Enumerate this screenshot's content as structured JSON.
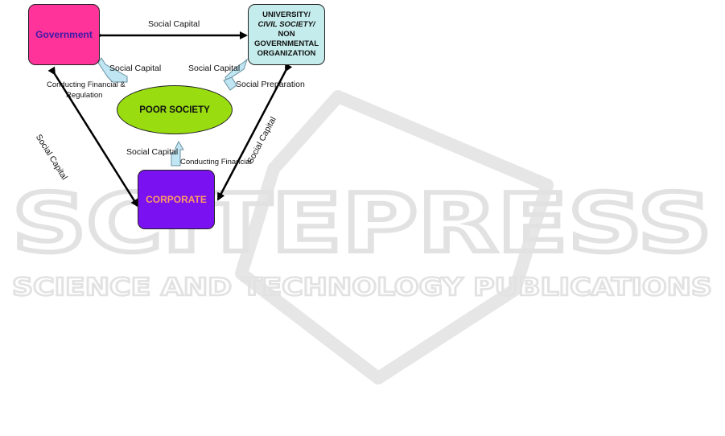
{
  "nodes": {
    "government": "Government",
    "university_line1": "UNIVERSITY/",
    "university_line2": "CIVIL SOCIETY/",
    "university_line3": "NON GOVERNMENTAL",
    "university_line4": "ORGANIZATION",
    "poor_society": "POOR SOCIETY",
    "corporate": "CORPORATE"
  },
  "edges": {
    "gov_uni": "Social Capital",
    "gov_poor": "Social Capital",
    "uni_poor": "Social Capital",
    "uni_poor_prep": "Social Preparation",
    "gov_line1": "Conducting  Financial &",
    "gov_line2": "Regulation",
    "gov_corp": "Social Capital",
    "corp_poor": "Social Capital",
    "corp_fin": "Conducting Financial",
    "uni_corp": "Social Capital"
  },
  "watermark": {
    "title": "SCITEPRESS",
    "subtitle": "SCIENCE AND TECHNOLOGY PUBLICATIONS"
  },
  "colors": {
    "government": "#ff3399",
    "university": "#c5ecec",
    "poor_society": "#99dd11",
    "corporate": "#7a11f0",
    "callout": "#bfe6f2"
  }
}
